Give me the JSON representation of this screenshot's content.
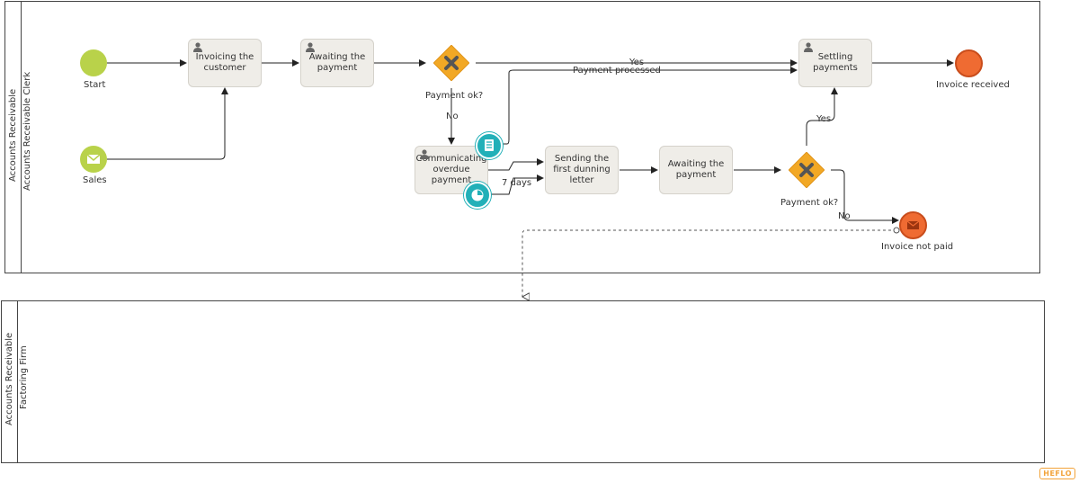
{
  "pools": [
    {
      "pool_label": "Accounts Receivable",
      "lane_label": "Accounts Receivable Clerk"
    },
    {
      "pool_label": "Accounts Receivable",
      "lane_label": "Factoring Firm"
    }
  ],
  "events": {
    "start": "Start",
    "sales": "Sales",
    "invoice_received": "Invoice received",
    "invoice_not_paid": "Invoice not paid"
  },
  "tasks": {
    "invoicing": "Invoicing the customer",
    "awaiting1": "Awaiting the payment",
    "communicating": "Communicating overdue payment",
    "sending": "Sending the first dunning letter",
    "awaiting2": "Awaiting the payment",
    "settling": "Settling payments"
  },
  "gateways": {
    "g1": "Payment ok?",
    "g2": "Payment ok?"
  },
  "flow_labels": {
    "yes1": "Yes",
    "payment_processed": "Payment processed",
    "no1": "No",
    "seven_days": "7 days",
    "yes2": "Yes",
    "no2": "No"
  },
  "colors": {
    "start_event": "#b9d24a",
    "end_event": "#ef6b32",
    "gateway": "#f2a825",
    "boundary": "#22b0b8",
    "task_fill": "#efede8"
  },
  "brand": "HEFLO"
}
